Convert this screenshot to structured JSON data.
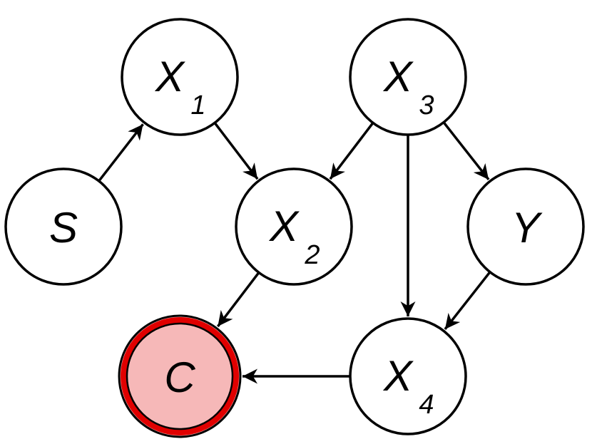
{
  "colors": {
    "node_fill": "#ffffff",
    "node_stroke": "#000000",
    "highlight_fill": "#f6b8b8",
    "highlight_stroke": "#e00000",
    "edge": "#000000"
  },
  "nodes": [
    {
      "id": "S",
      "label": "S",
      "subscript": ""
    },
    {
      "id": "X1",
      "label": "X",
      "subscript": "1"
    },
    {
      "id": "X2",
      "label": "X",
      "subscript": "2"
    },
    {
      "id": "X3",
      "label": "X",
      "subscript": "3"
    },
    {
      "id": "Y",
      "label": "Y",
      "subscript": ""
    },
    {
      "id": "C",
      "label": "C",
      "subscript": "",
      "highlighted": true
    },
    {
      "id": "X4",
      "label": "X",
      "subscript": "4"
    }
  ],
  "edges": [
    {
      "from": "S",
      "to": "X1"
    },
    {
      "from": "X1",
      "to": "X2"
    },
    {
      "from": "X3",
      "to": "X2"
    },
    {
      "from": "X3",
      "to": "X4"
    },
    {
      "from": "X3",
      "to": "Y"
    },
    {
      "from": "X2",
      "to": "C"
    },
    {
      "from": "Y",
      "to": "X4"
    },
    {
      "from": "X4",
      "to": "C"
    }
  ]
}
